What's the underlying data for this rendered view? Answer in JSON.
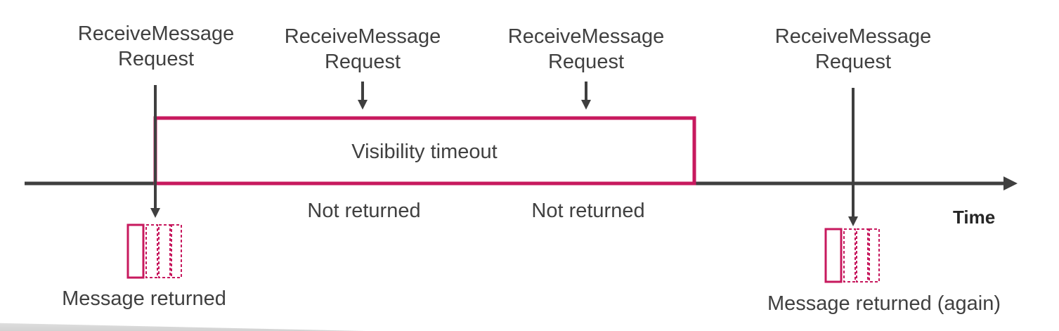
{
  "requests": [
    {
      "line1": "ReceiveMessage",
      "line2": "Request"
    },
    {
      "line1": "ReceiveMessage",
      "line2": "Request"
    },
    {
      "line1": "ReceiveMessage",
      "line2": "Request"
    },
    {
      "line1": "ReceiveMessage",
      "line2": "Request"
    }
  ],
  "timeout_label": "Visibility timeout",
  "not_returned": [
    "Not returned",
    "Not returned"
  ],
  "time_axis_label": "Time",
  "message_returned": [
    "Message returned",
    "Message returned (again)"
  ],
  "colors": {
    "accent": "#C7195E",
    "line": "#3F3F3F",
    "text": "#404040"
  }
}
